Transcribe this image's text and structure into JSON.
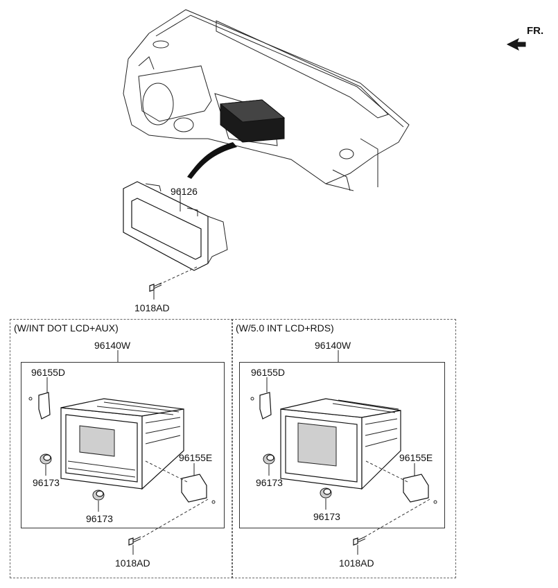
{
  "direction": {
    "label": "FR."
  },
  "top": {
    "part_bezel": "96126",
    "part_screw": "1018AD"
  },
  "sections": [
    {
      "title": "(W/INT DOT LCD+AUX)",
      "assembly": "96140W",
      "bracket_left": "96155D",
      "bracket_right": "96155E",
      "knob_1": "96173",
      "knob_2": "96173",
      "screw": "1018AD"
    },
    {
      "title": "(W/5.0 INT LCD+RDS)",
      "assembly": "96140W",
      "bracket_left": "96155D",
      "bracket_right": "96155E",
      "knob_1": "96173",
      "knob_2": "96173",
      "screw": "1018AD"
    }
  ]
}
